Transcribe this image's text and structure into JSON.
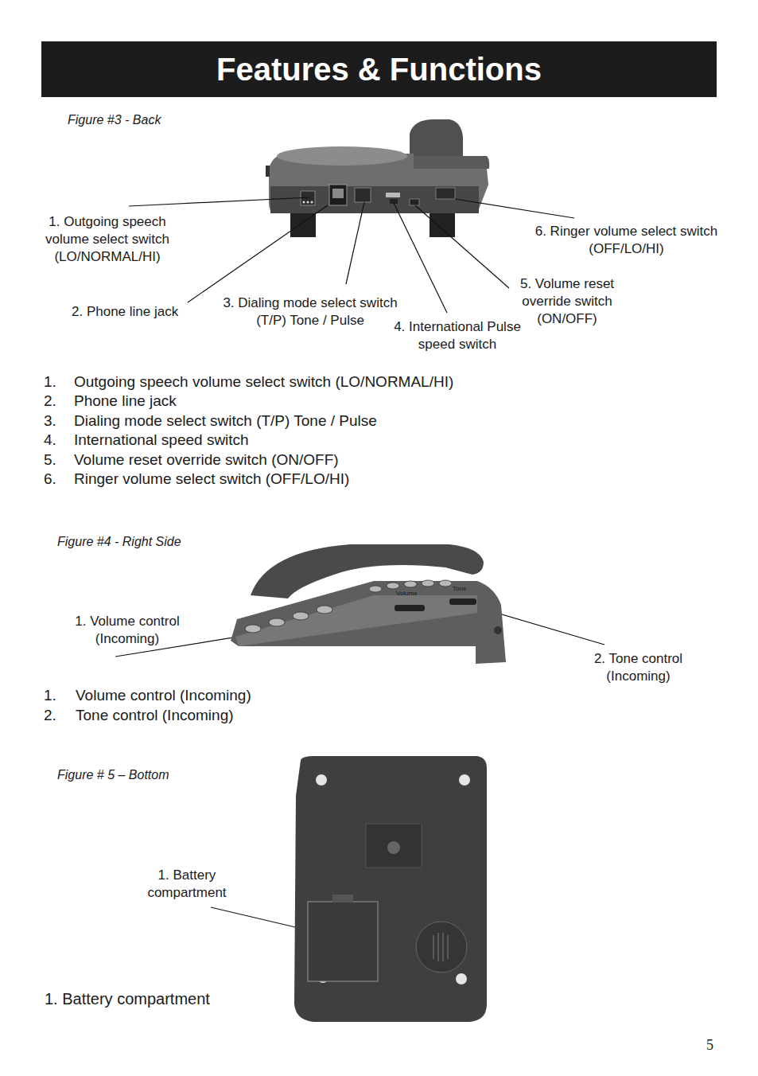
{
  "diagram": {
    "title": "Features & Functions",
    "labels": [
      "Figure #3 - Back",
      "1. Outgoing speech volume select switch (LO/NORMAL/HI)",
      "2. Phone line jack",
      "3. Dialing mode select switch (T/P) Tone / Pulse",
      "4. International Pulse speed switch",
      "5. Volume reset override switch (ON/OFF)",
      "6. Ringer volume select switch (OFF/LO/HI)",
      "1.",
      "Outgoing speech volume select switch (LO/NORMAL/HI)",
      "2.",
      "Phone line jack",
      "3.",
      "Dialing mode select switch (T/P) Tone / Pulse",
      "4.",
      "International speed switch",
      "5.",
      "Volume reset override switch (ON/OFF)",
      "6.",
      "Ringer volume select switch (OFF/LO/HI)",
      "Figure #4 - Right Side",
      "Volume",
      "Tone",
      "1. Volume control (Incoming)",
      "2. Tone control (Incoming)",
      "1.",
      "Volume control (Incoming)",
      "2.",
      "Tone control (Incoming)",
      "Figure # 5 – Bottom",
      "1. Battery compartment",
      "1. Battery compartment",
      "5"
    ]
  }
}
